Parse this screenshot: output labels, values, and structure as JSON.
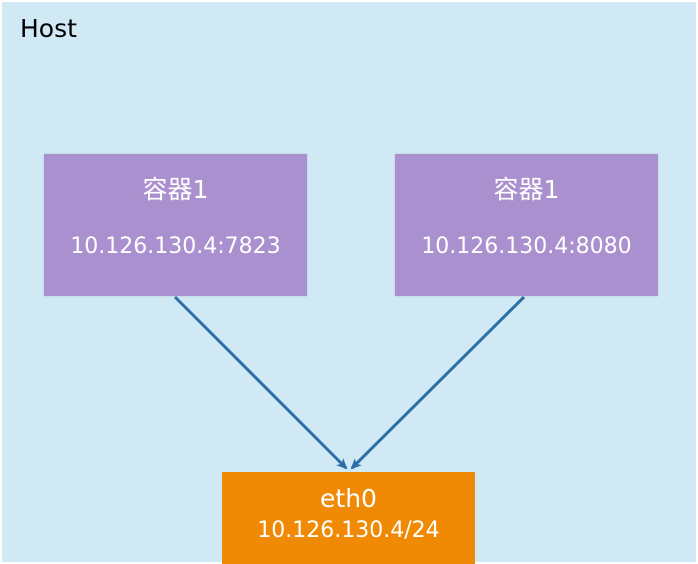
{
  "host": {
    "label": "Host"
  },
  "containers": [
    {
      "title": "容器1",
      "address": "10.126.130.4:7823"
    },
    {
      "title": "容器1",
      "address": "10.126.130.4:8080"
    }
  ],
  "interface": {
    "name": "eth0",
    "address": "10.126.130.4/24"
  },
  "colors": {
    "host_background": "#d0e9f5",
    "container_fill": "#aa90ce",
    "interface_fill": "#f08a04",
    "arrow": "#2c6ea6"
  }
}
